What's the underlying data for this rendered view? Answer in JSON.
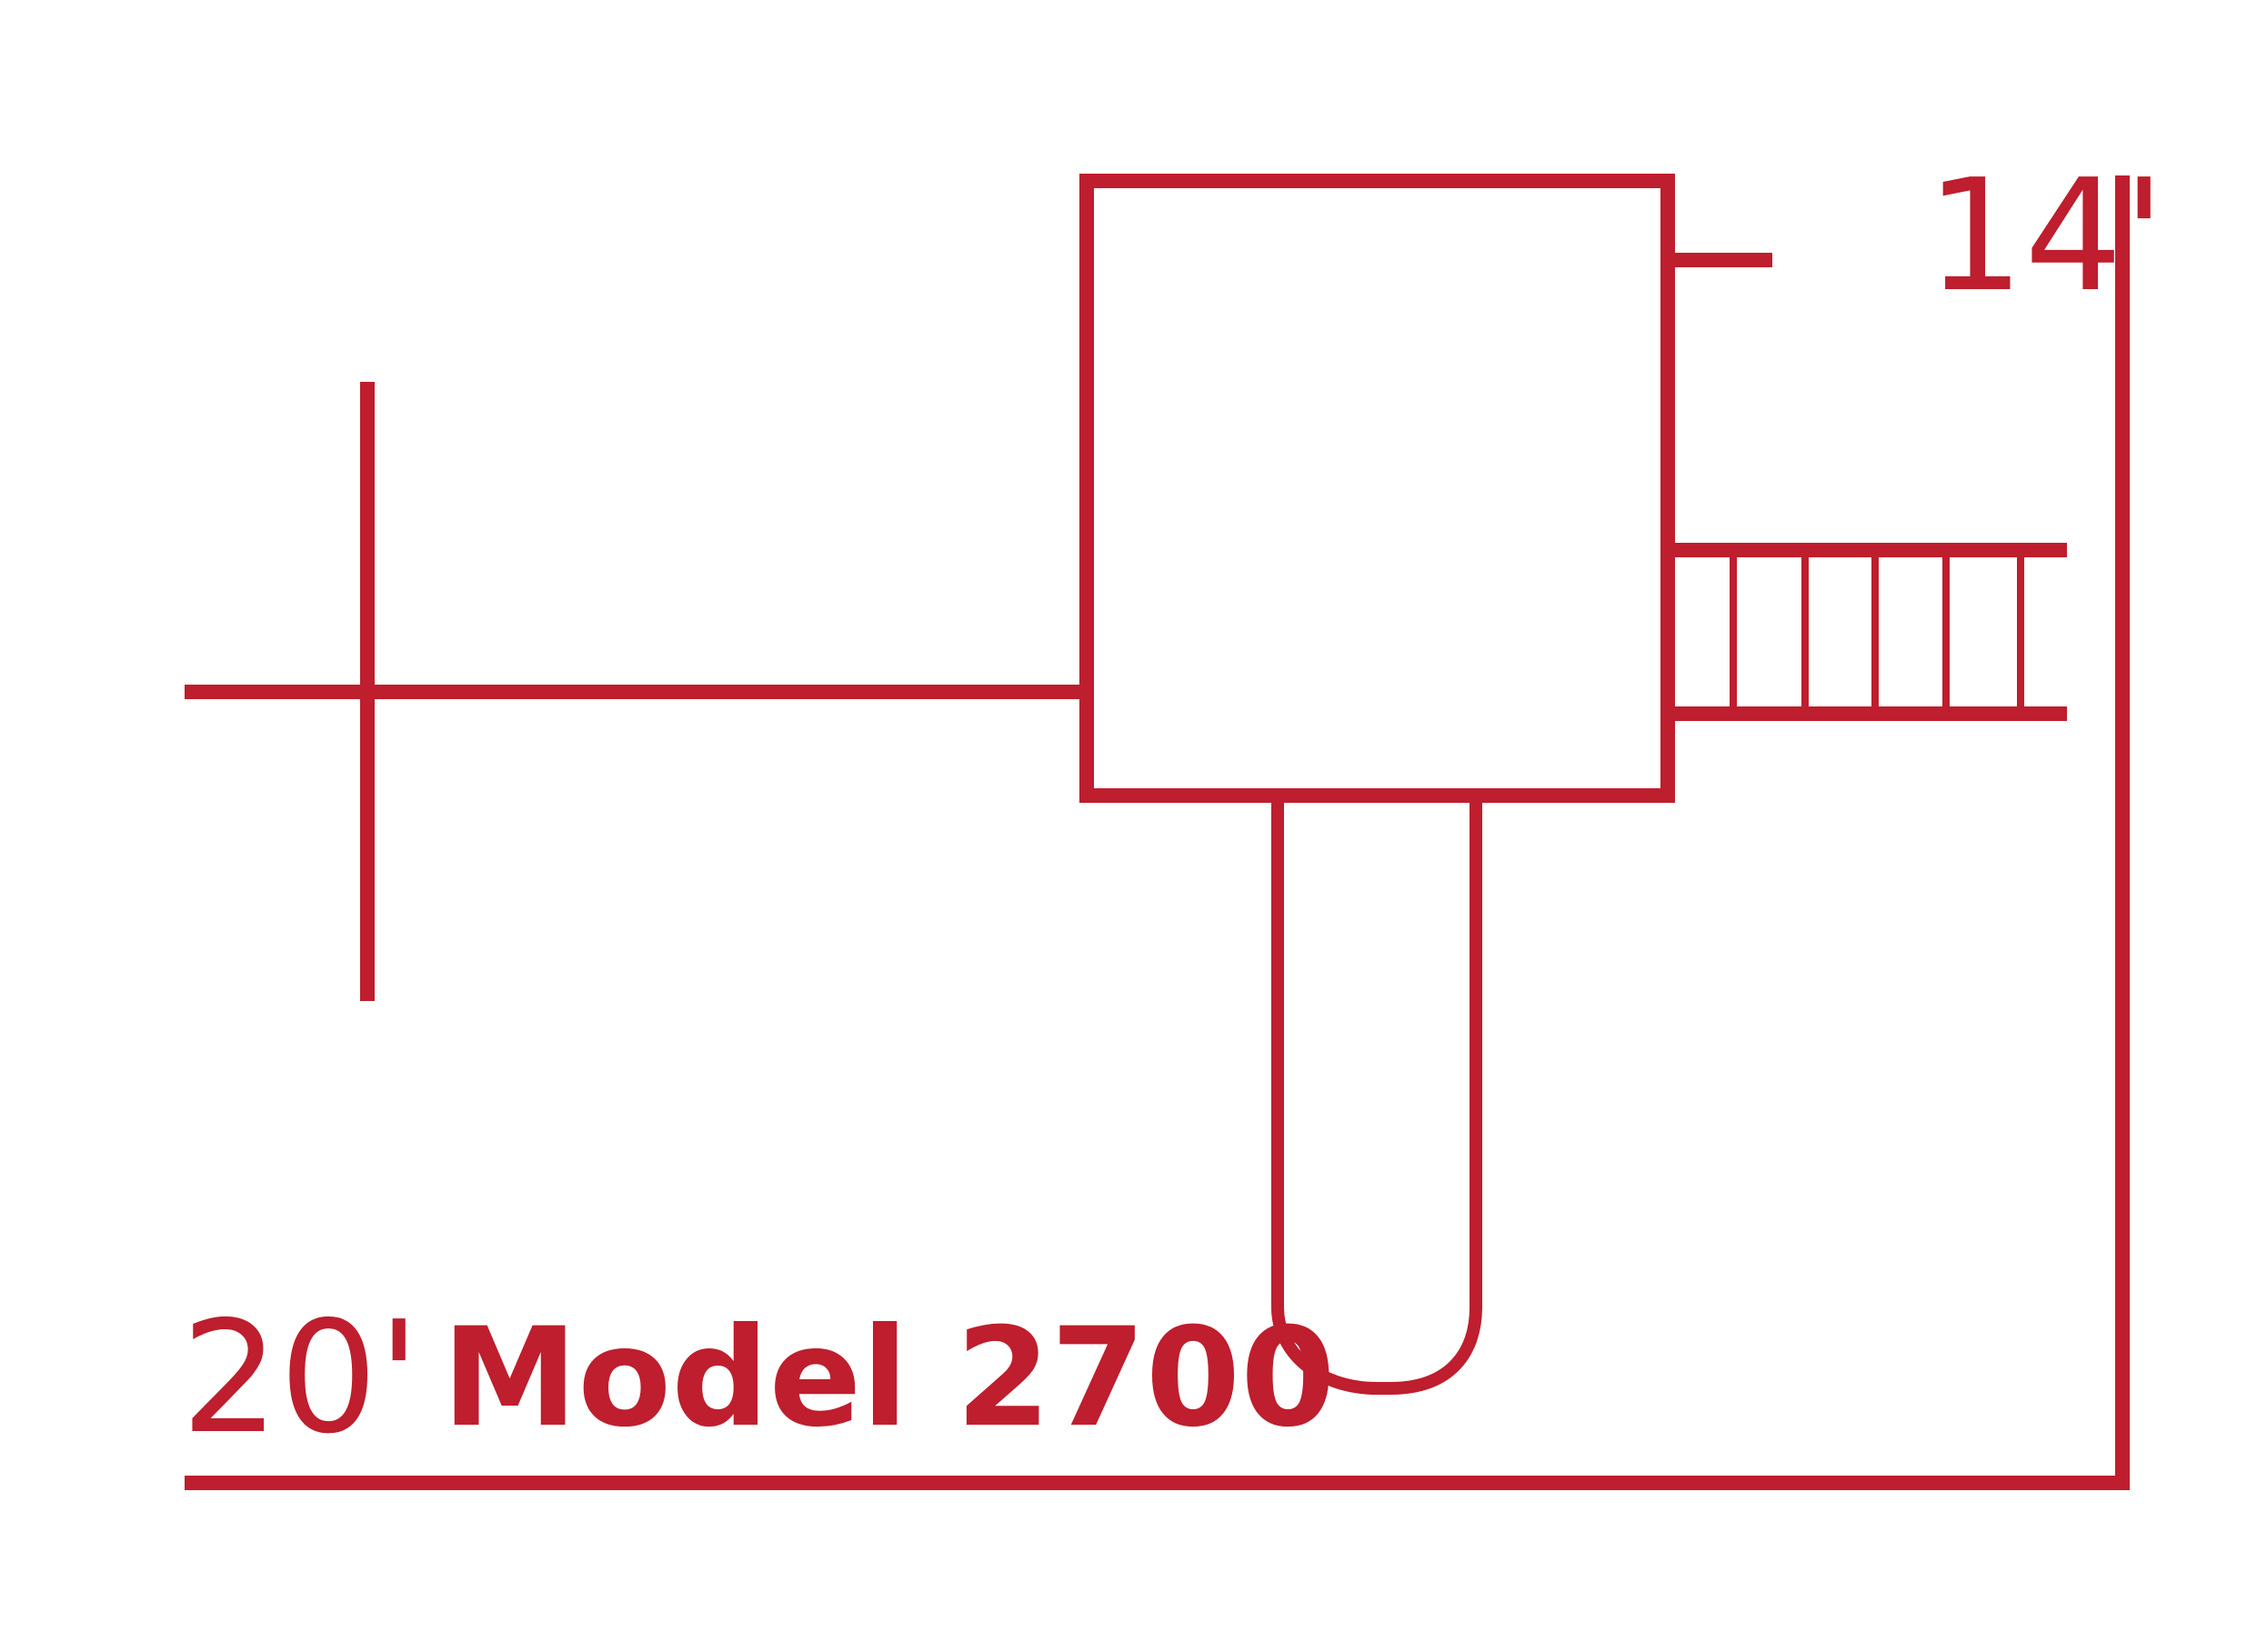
{
  "colors": {
    "line": "#be1e2d",
    "background": "#ffffff"
  },
  "dimensions": {
    "width_label": "20'",
    "depth_label": "14'"
  },
  "model_label": "Model 2700"
}
